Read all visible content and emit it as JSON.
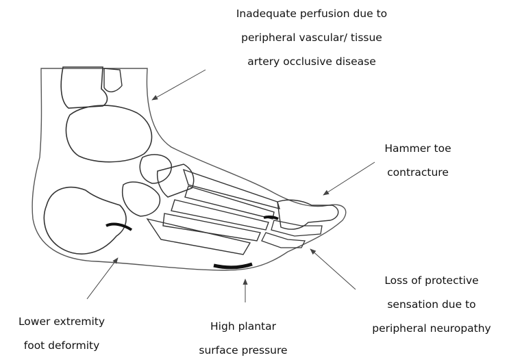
{
  "annotations": {
    "perfusion": {
      "lines": [
        "Inadequate perfusion due to",
        "peripheral vascular/ tissue",
        "artery occlusive disease"
      ]
    },
    "hammer_toe": {
      "lines": [
        "Hammer toe",
        "contracture"
      ]
    },
    "loss_sensation": {
      "lines": [
        "Loss of protective",
        "sensation due to",
        "peripheral neuropathy"
      ]
    },
    "plantar_pressure": {
      "lines": [
        "High plantar",
        "surface pressure"
      ]
    },
    "lower_extremity": {
      "lines": [
        "Lower extremity",
        "foot deformity"
      ]
    }
  },
  "colors": {
    "line": "#333333",
    "arrow": "#444444",
    "callus": "#111111"
  }
}
